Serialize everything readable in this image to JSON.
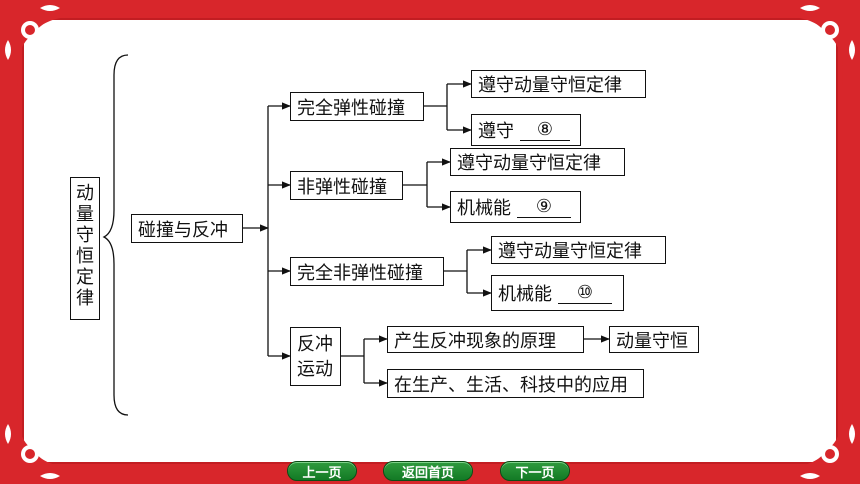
{
  "diagram": {
    "root": "动量守恒定律",
    "hub": "碰撞与反冲",
    "branches": [
      {
        "label": "完全弹性碰撞",
        "items": [
          {
            "text": "遵守动量守恒定律"
          },
          {
            "text": "遵守",
            "blank": "⑧"
          }
        ]
      },
      {
        "label": "非弹性碰撞",
        "items": [
          {
            "text": "遵守动量守恒定律"
          },
          {
            "text": "机械能",
            "blank": "⑨"
          }
        ]
      },
      {
        "label": "完全非弹性碰撞",
        "items": [
          {
            "text": "遵守动量守恒定律"
          },
          {
            "text": "机械能",
            "blank": "⑩"
          }
        ]
      },
      {
        "label": "反冲运动",
        "label_lines": [
          "反冲",
          "运动"
        ],
        "items": [
          {
            "text": "产生反冲现象的原理",
            "result": "动量守恒"
          },
          {
            "text": "在生产、生活、科技中的应用"
          }
        ]
      }
    ]
  },
  "nav": {
    "prev": "上一页",
    "home": "返回首页",
    "next": "下一页"
  },
  "colors": {
    "frame": "#d8262b",
    "nav_button": "#1f8a30"
  }
}
